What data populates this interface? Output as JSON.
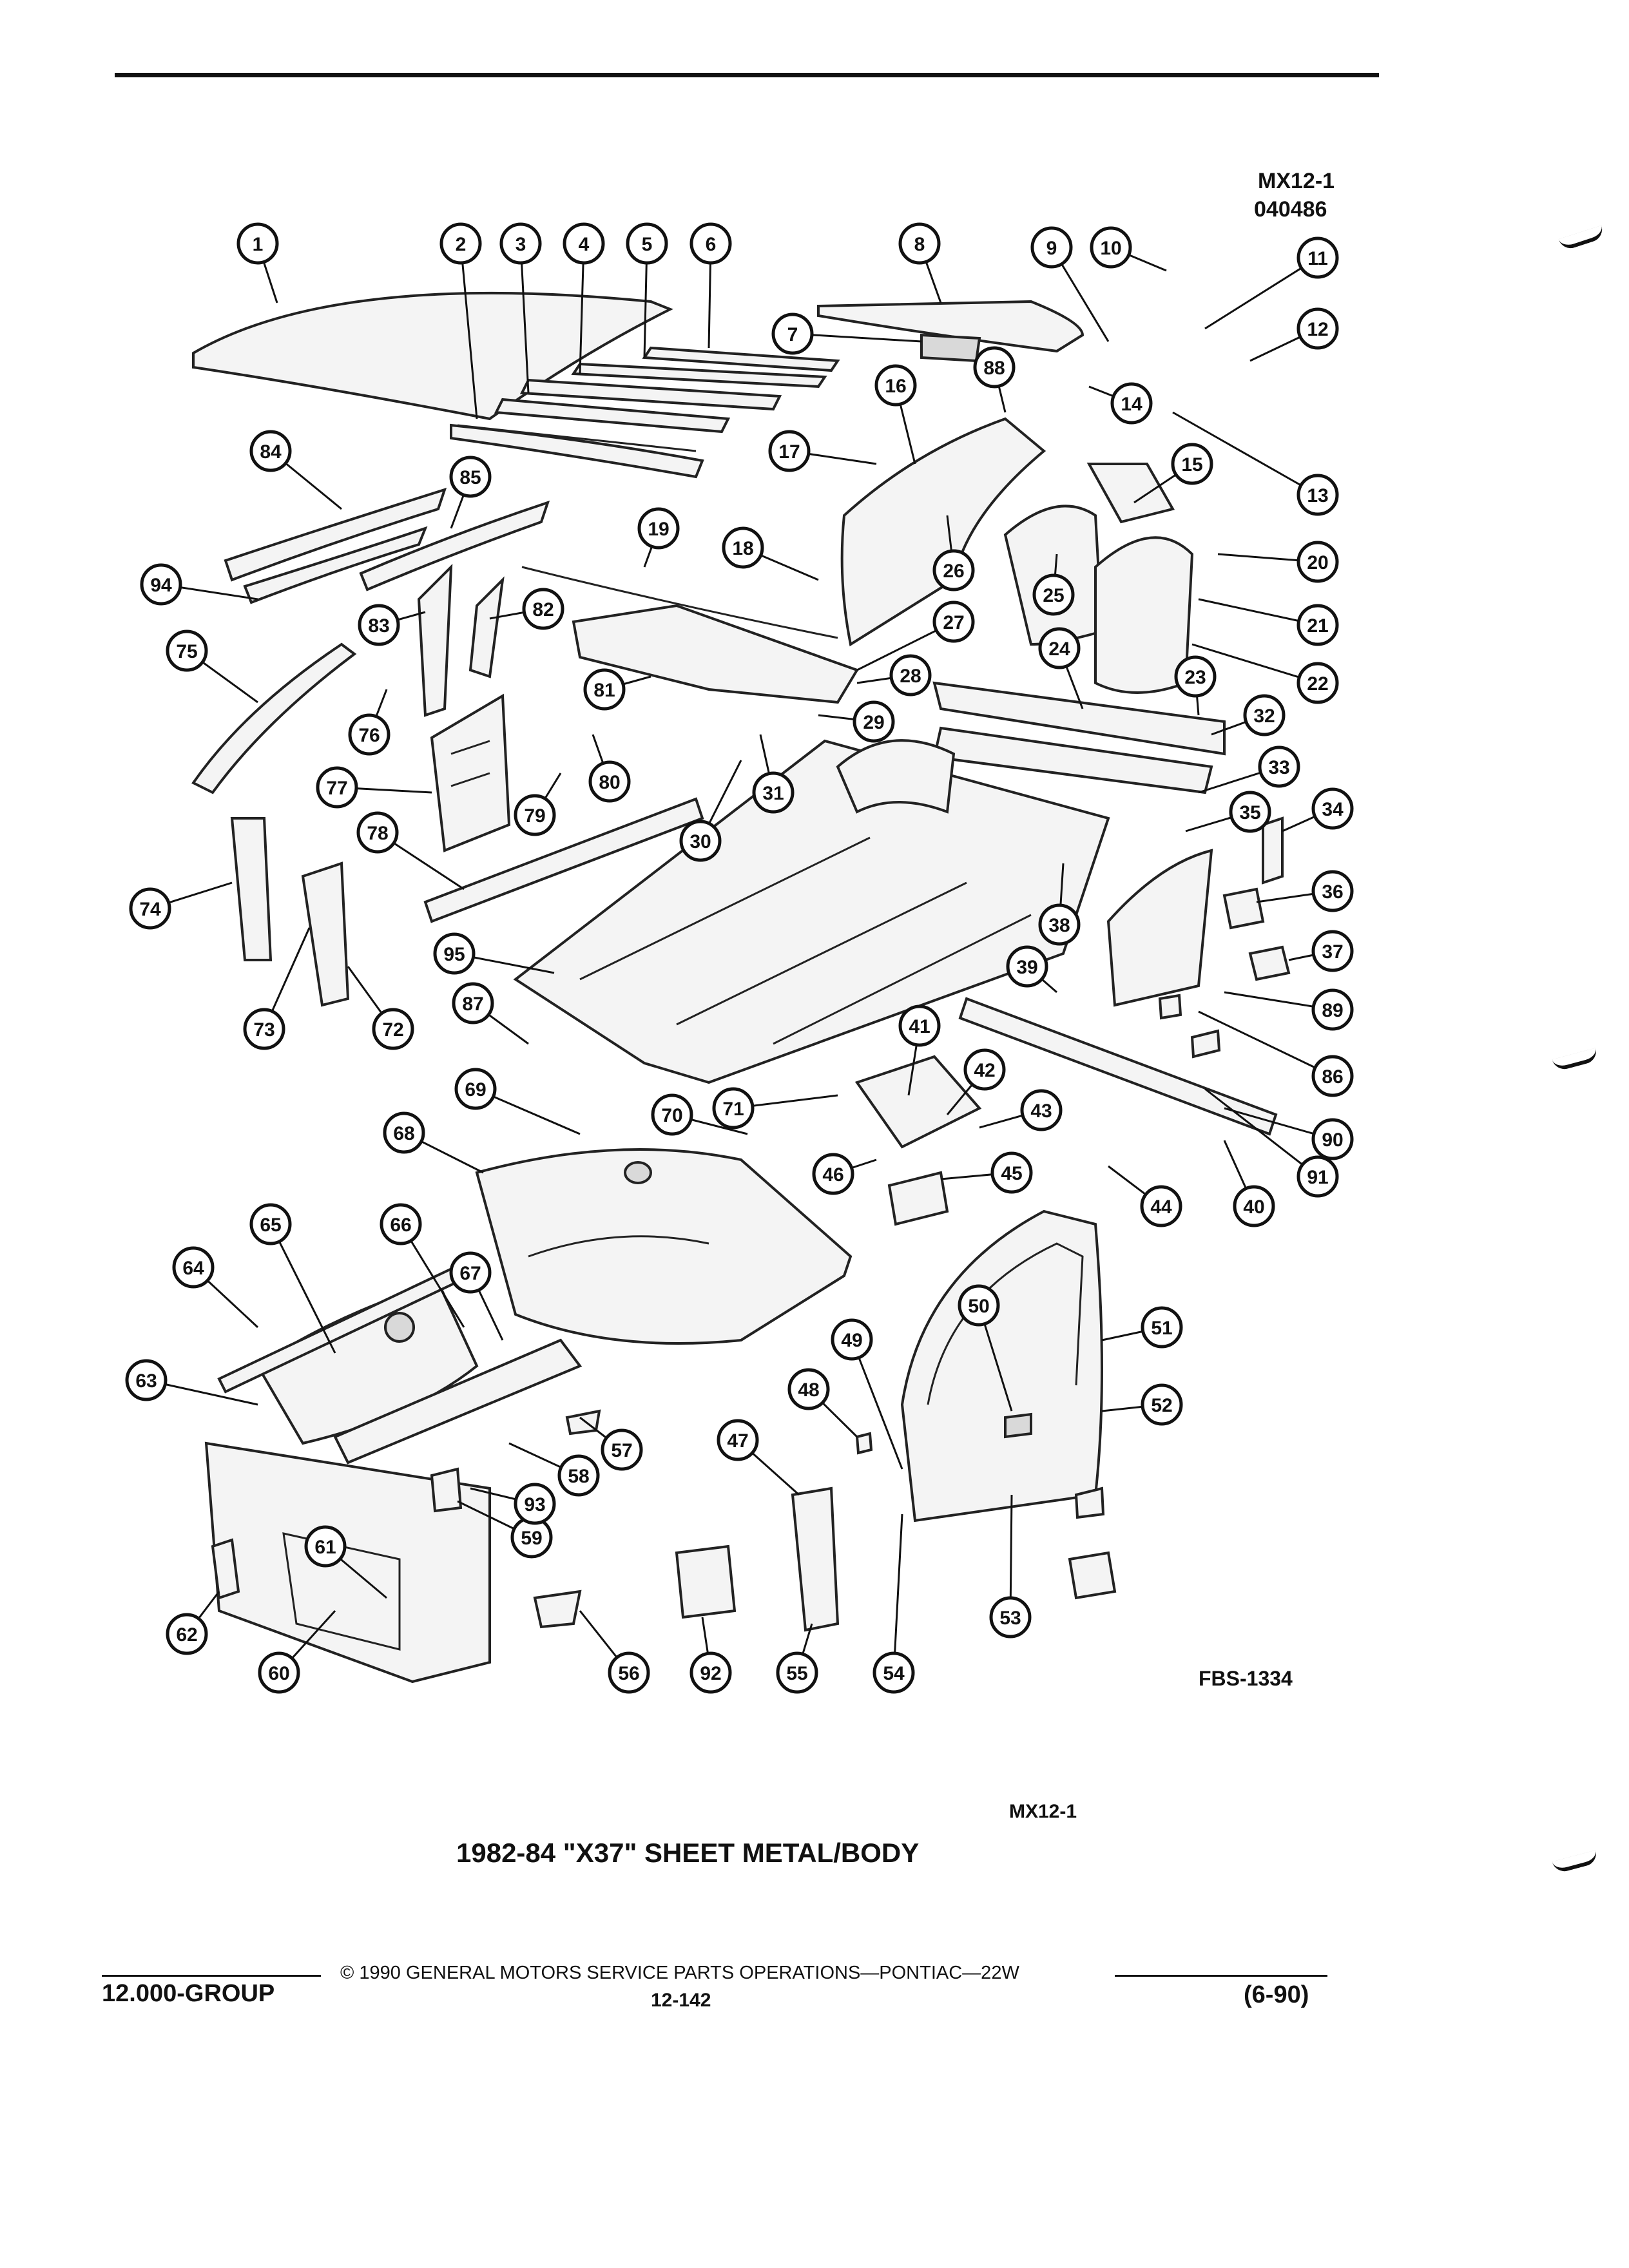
{
  "header": {
    "ref": "MX12-1",
    "code": "040486"
  },
  "figure": {
    "id": "FBS-1334",
    "ref_below": "MX12-1"
  },
  "title": "1982-84 \"X37\" SHEET METAL/BODY",
  "footer": {
    "group": "12.000-GROUP",
    "copyright": "© 1990 GENERAL MOTORS SERVICE PARTS OPERATIONS—PONTIAC—22W",
    "page": "12-142",
    "date": "(6-90)"
  },
  "callouts": [
    "1",
    "2",
    "3",
    "4",
    "5",
    "6",
    "7",
    "8",
    "9",
    "10",
    "11",
    "12",
    "13",
    "14",
    "15",
    "16",
    "17",
    "18",
    "19",
    "20",
    "21",
    "22",
    "23",
    "24",
    "25",
    "26",
    "27",
    "28",
    "29",
    "30",
    "31",
    "32",
    "33",
    "34",
    "35",
    "36",
    "37",
    "38",
    "39",
    "40",
    "41",
    "42",
    "43",
    "44",
    "45",
    "46",
    "47",
    "48",
    "49",
    "50",
    "51",
    "52",
    "53",
    "54",
    "55",
    "56",
    "57",
    "58",
    "59",
    "60",
    "61",
    "62",
    "63",
    "64",
    "65",
    "66",
    "67",
    "68",
    "69",
    "70",
    "71",
    "72",
    "73",
    "74",
    "75",
    "76",
    "77",
    "78",
    "79",
    "80",
    "81",
    "82",
    "83",
    "84",
    "85",
    "86",
    "87",
    "88",
    "89",
    "90",
    "91",
    "92",
    "93",
    "94",
    "95"
  ]
}
